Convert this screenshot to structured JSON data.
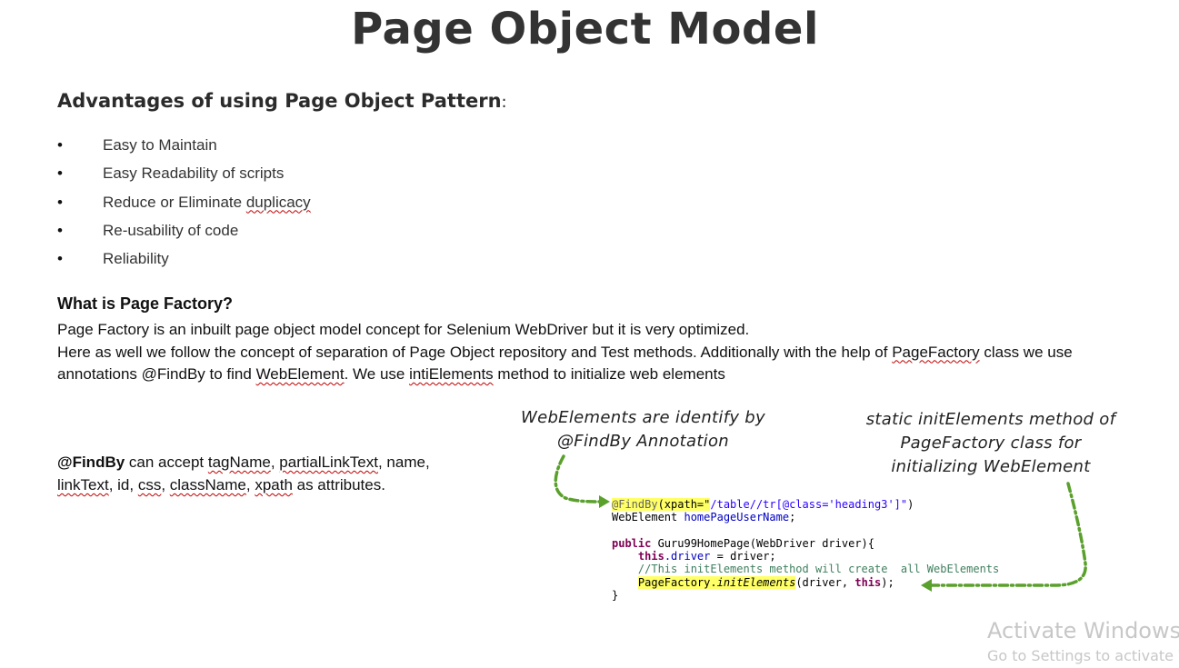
{
  "title": "Page Object Model",
  "advantages": {
    "heading": "Advantages of using Page Object Pattern",
    "colon": ":",
    "items": [
      "Easy to Maintain",
      "Easy Readability of scripts",
      "Reduce or Eliminate duplicacy",
      "Re-usability of code",
      "Reliability"
    ],
    "bullet": "•"
  },
  "page_factory": {
    "heading": "What is Page Factory?",
    "line1": "Page Factory is an inbuilt page object model concept for Selenium WebDriver but it is very optimized.",
    "line2": "Here as well we follow the concept of separation of Page Object repository and Test methods. Additionally with the help of PageFactory class we use annotations @FindBy to find WebElement. We use intiElements method to initialize web elements"
  },
  "findby": {
    "label": "@FindBy",
    "text": " can accept tagName, partialLinkText, name, linkText, id, css, className, xpath as attributes."
  },
  "figure": {
    "callout_left": "WebElements are identify by @FindBy Annotation",
    "callout_right": "static initElements method of PageFactory class for initializing WebElement",
    "code": {
      "l1_annotation": "@FindBy",
      "l1_attr": "(xpath=\"",
      "l1_string": "/table//tr[@class='heading3']\"",
      "l1_end": ")",
      "l2_type": "WebElement ",
      "l2_field": "homePageUserName",
      "l2_end": ";",
      "l4_kw": "public",
      "l4_rest": " Guru99HomePage(WebDriver driver){",
      "l5_kw": "this",
      "l5_field": ".driver",
      "l5_rest": " = driver;",
      "l6_comment": "//This initElements method will create  all WebElements",
      "l7_class": "PageFactory.",
      "l7_method": "initElements",
      "l7_args": "(driver, ",
      "l7_kw": "this",
      "l7_end": ");",
      "l8": "}"
    },
    "arrow_color": "#5aa02c"
  },
  "watermark": {
    "title": "Activate Windows",
    "subtitle": "Go to Settings to activate Windows."
  }
}
